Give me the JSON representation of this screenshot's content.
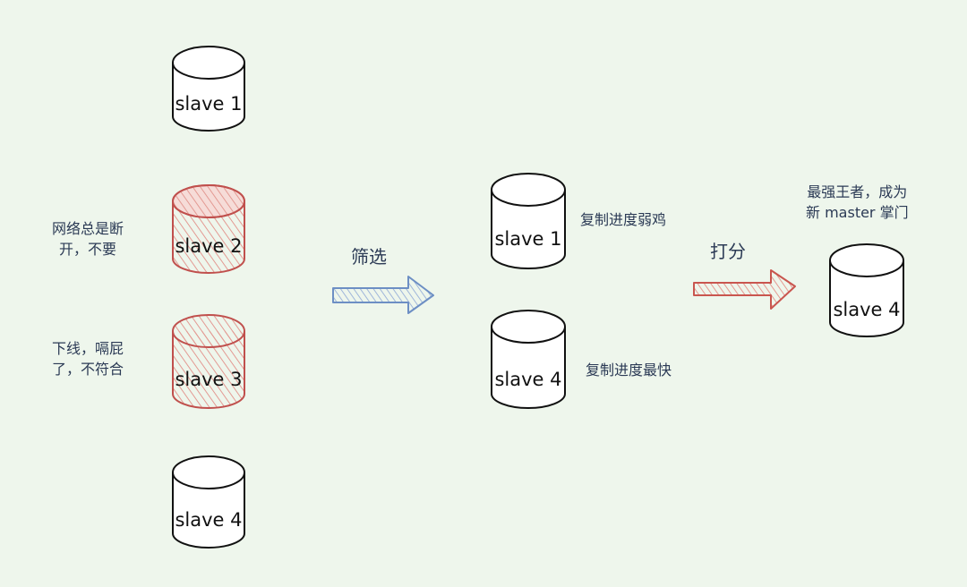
{
  "colors": {
    "background": "#eef6ec",
    "rejected": "#c0504d",
    "rejected_fill": "#f3c9c4",
    "filter_arrow": "#5b7fb8",
    "score_arrow": "#c9564f",
    "text": "#2b3a55"
  },
  "candidates": [
    {
      "label": "slave 1",
      "status": "normal"
    },
    {
      "label": "slave 2",
      "status": "rejected"
    },
    {
      "label": "slave 3",
      "status": "rejected"
    },
    {
      "label": "slave 4",
      "status": "normal"
    }
  ],
  "rejection_notes": {
    "slave2": [
      "网络总是断",
      "开，不要"
    ],
    "slave3": [
      "下线，嗝屁",
      "了，不符合"
    ]
  },
  "filter_step": {
    "label": "筛选"
  },
  "filtered": [
    {
      "label": "slave 1",
      "note": "复制进度弱鸡"
    },
    {
      "label": "slave 4",
      "note": "复制进度最快"
    }
  ],
  "score_step": {
    "label": "打分"
  },
  "winner": {
    "label": "slave 4",
    "note": [
      "最强王者，成为",
      "新 master 掌门"
    ]
  }
}
